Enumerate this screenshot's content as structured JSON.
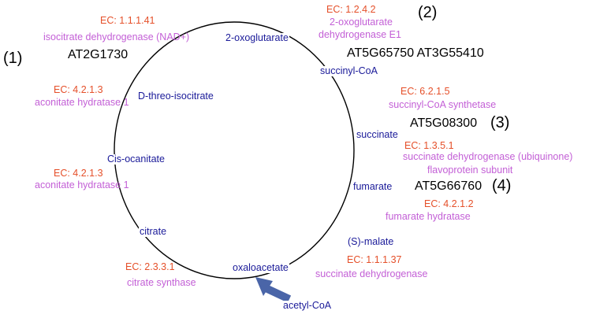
{
  "colors": {
    "metabolite": "#1a1a99",
    "ec": "#e5502a",
    "enzyme": "#c35fd6",
    "gene": "#000000",
    "arrow": "#4a65a8"
  },
  "steps": {
    "step1": "(1)",
    "step2": "(2)",
    "step3": "(3)",
    "step4": "(4)"
  },
  "metabolites": {
    "oxoglutarate": "2-oxoglutarate",
    "isocitrate": "D-threo-isocitrate",
    "succinyl_coa": "succinyl-CoA",
    "cis_aconitate": "Cis-ocanitate",
    "succinate": "succinate",
    "fumarate": "fumarate",
    "citrate": "citrate",
    "malate": "(S)-malate",
    "oxaloacetate": "oxaloacetate",
    "acetyl_coa": "acetyl-CoA"
  },
  "enzymes": {
    "idh": {
      "ec": "EC: 1.1.1.41",
      "name": "isocitrate dehydrogenase (NAD+)"
    },
    "ogdh": {
      "ec": "EC: 1.2.4.2",
      "name_line1": "2-oxoglutarate",
      "name_line2": "dehydrogenase E1"
    },
    "aco_top": {
      "ec": "EC: 4.2.1.3",
      "name": "aconitate hydratase 1"
    },
    "scs": {
      "ec": "EC: 6.2.1.5",
      "name": "succinyl-CoA synthetase"
    },
    "sdh": {
      "ec": "EC: 1.3.5.1",
      "name_line1": "succinate dehydrogenase (ubiquinone)",
      "name_line2": "flavoprotein subunit"
    },
    "aco_bottom": {
      "ec": "EC: 4.2.1.3",
      "name": "aconitate hydratase 1"
    },
    "fum": {
      "ec": "EC: 4.2.1.2",
      "name": "fumarate hydratase"
    },
    "cs": {
      "ec": "EC: 2.3.3.1",
      "name": "citrate synthase"
    },
    "mdh": {
      "ec": "EC: 1.1.1.37",
      "name": "succinate dehydrogenase"
    }
  },
  "genes": {
    "idh_gene": "AT2G1730",
    "ogdh_genes": "AT5G65750 AT3G55410",
    "scs_gene": "AT5G08300",
    "sdh_gene": "AT5G66760"
  }
}
